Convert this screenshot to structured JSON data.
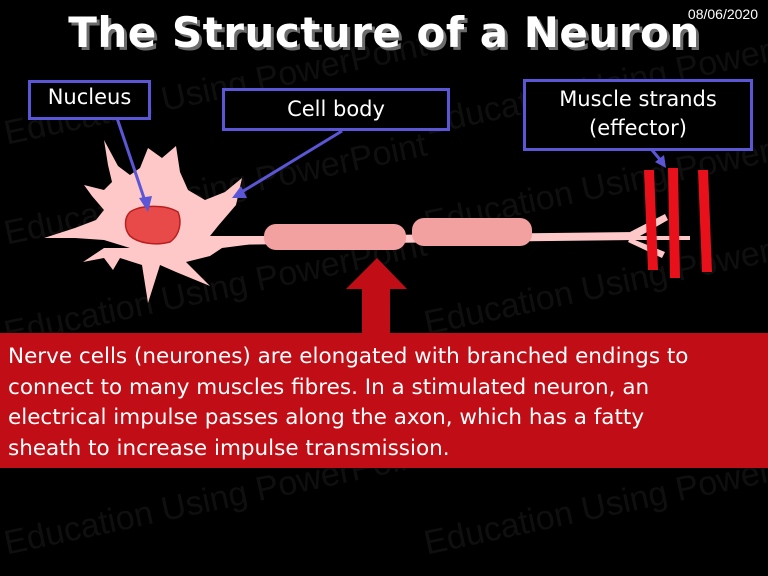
{
  "slide": {
    "date": "08/06/2020",
    "title": "The Structure of a Neuron",
    "labels": {
      "nucleus": "Nucleus",
      "cell_body": "Cell body",
      "muscle_strands": "Muscle strands\n(effector)"
    },
    "info_text": "Nerve cells (neurones) are elongated with branched endings to\nconnect to many muscles fibres.  In a stimulated neuron, an\nelectrical impulse passes along the axon, which has a fatty\nsheath to increase impulse transmission.",
    "watermark": "Education Using PowerPoint",
    "colors": {
      "background": "#000000",
      "label_border": "#5b56d6",
      "cell": "#ffc8c8",
      "nucleus": "#e84a4a",
      "sheath": "#f2a0a0",
      "muscle": "#e8101a",
      "info_panel": "#c10d15",
      "pointer_arrow": "#c10d15"
    }
  }
}
